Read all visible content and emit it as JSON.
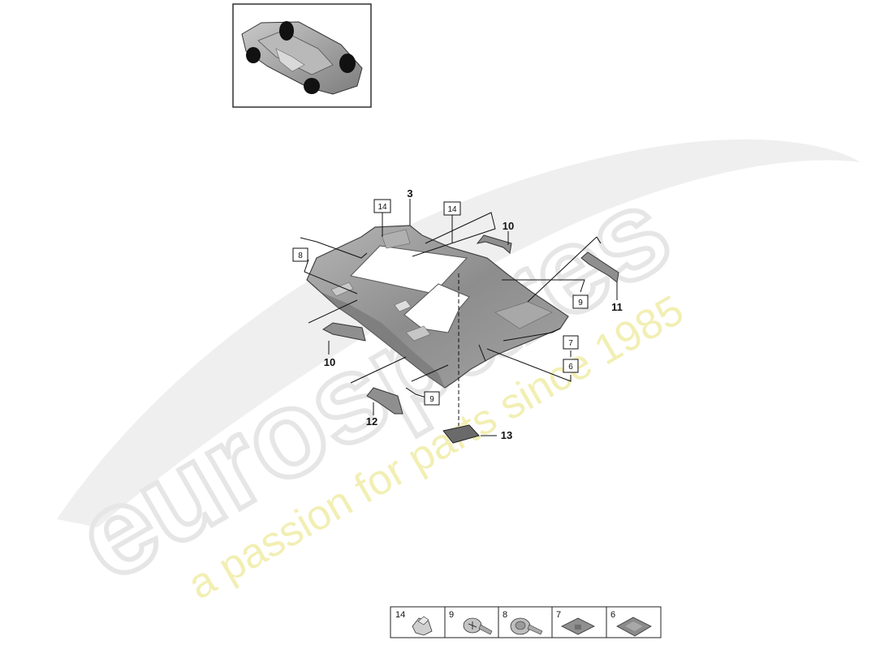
{
  "watermark": {
    "brand": "eurospares",
    "tagline": "a passion for parts since 1985"
  },
  "callouts": {
    "label_3": "3",
    "label_10_top": "10",
    "label_10_left": "10",
    "label_11": "11",
    "label_12": "12",
    "label_13": "13",
    "box_14_a": "14",
    "box_14_b": "14",
    "box_8": "8",
    "box_9_right": "9",
    "box_9_bottom": "9",
    "box_7": "7",
    "box_6": "6"
  },
  "legend": {
    "items": [
      {
        "number": "14",
        "icon": "clip-icon"
      },
      {
        "number": "9",
        "icon": "screw-icon"
      },
      {
        "number": "8",
        "icon": "flange-screw-icon"
      },
      {
        "number": "7",
        "icon": "pad-icon"
      },
      {
        "number": "6",
        "icon": "square-pad-icon"
      }
    ]
  },
  "colors": {
    "line": "#111111",
    "part_fill": "#9a9a9a",
    "part_dark": "#6e6e6e",
    "watermark_grey": "#e9e9e9",
    "watermark_yellow": "#f3f0b8"
  }
}
